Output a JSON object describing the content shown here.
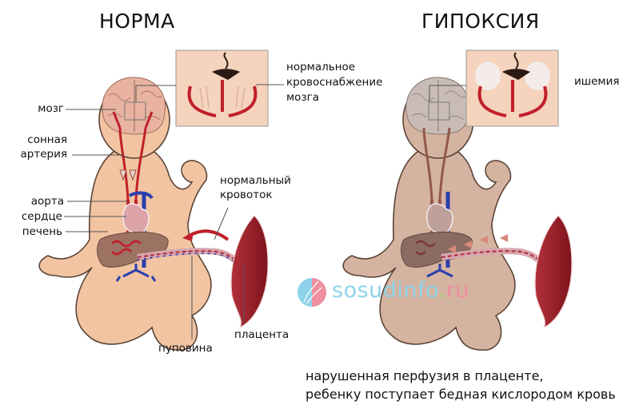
{
  "titles": {
    "normal": "НОРМА",
    "hypoxia": "ГИПОКСИЯ"
  },
  "normal_panel": {
    "labels": {
      "brain": "мозг",
      "carotid_line1": "сонная",
      "carotid_line2": "артерия",
      "aorta": "аорта",
      "heart": "сердце",
      "liver": "печень",
      "normal_flow_line1": "нормальный",
      "normal_flow_line2": "кровоток",
      "umbilical_cord": "пуповина",
      "placenta": "плацента",
      "brain_supply_line1": "нормальное",
      "brain_supply_line2": "кровоснабжение",
      "brain_supply_line3": "мозга"
    }
  },
  "hypoxia_panel": {
    "labels": {
      "ischemia": "ишемия"
    },
    "caption_line1": "нарушенная перфузия в плаценте,",
    "caption_line2": "ребенку поступает бедная кислородом кровь"
  },
  "watermark": {
    "name": "sosudinfo",
    "dot": ".",
    "tld": "ru",
    "colors": {
      "name": "#8fd3ea",
      "dot": "#9ccc65",
      "tld": "#ef8fa0"
    }
  },
  "colors": {
    "skin_normal": "#f2c4a2",
    "skin_hypoxia": "#d4b3a0",
    "outline": "#5b4538",
    "artery": "#c0202a",
    "vein": "#2a3fae",
    "liver": "#9c7263",
    "brain_normal": "#e8b3a0",
    "brain_hypoxia": "#c9bcb6",
    "inset_bg": "#f5d3bd"
  }
}
